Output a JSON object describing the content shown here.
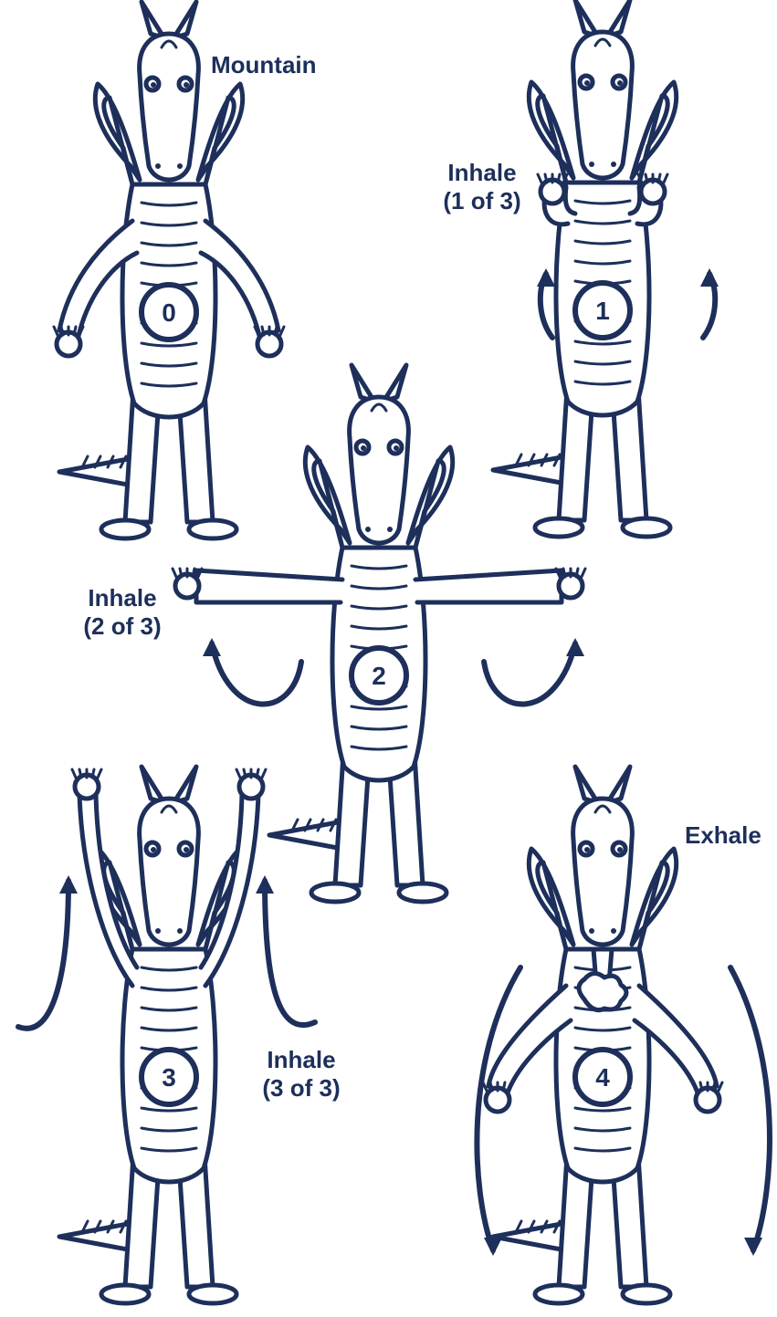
{
  "colors": {
    "ink": "#1d2f5a",
    "background": "#ffffff"
  },
  "labels": {
    "mountain": "Mountain",
    "inhale1_line1": "Inhale",
    "inhale1_line2": "(1 of 3)",
    "inhale2_line1": "Inhale",
    "inhale2_line2": "(2 of 3)",
    "inhale3_line1": "Inhale",
    "inhale3_line2": "(3 of 3)",
    "exhale": "Exhale"
  },
  "step_numbers": [
    "0",
    "1",
    "2",
    "3",
    "4"
  ],
  "figures": [
    {
      "step": "0",
      "pose": "arms-down"
    },
    {
      "step": "1",
      "pose": "hands-at-chest"
    },
    {
      "step": "2",
      "pose": "arms-out"
    },
    {
      "step": "3",
      "pose": "arms-up"
    },
    {
      "step": "4",
      "pose": "arms-down-exhale"
    }
  ]
}
